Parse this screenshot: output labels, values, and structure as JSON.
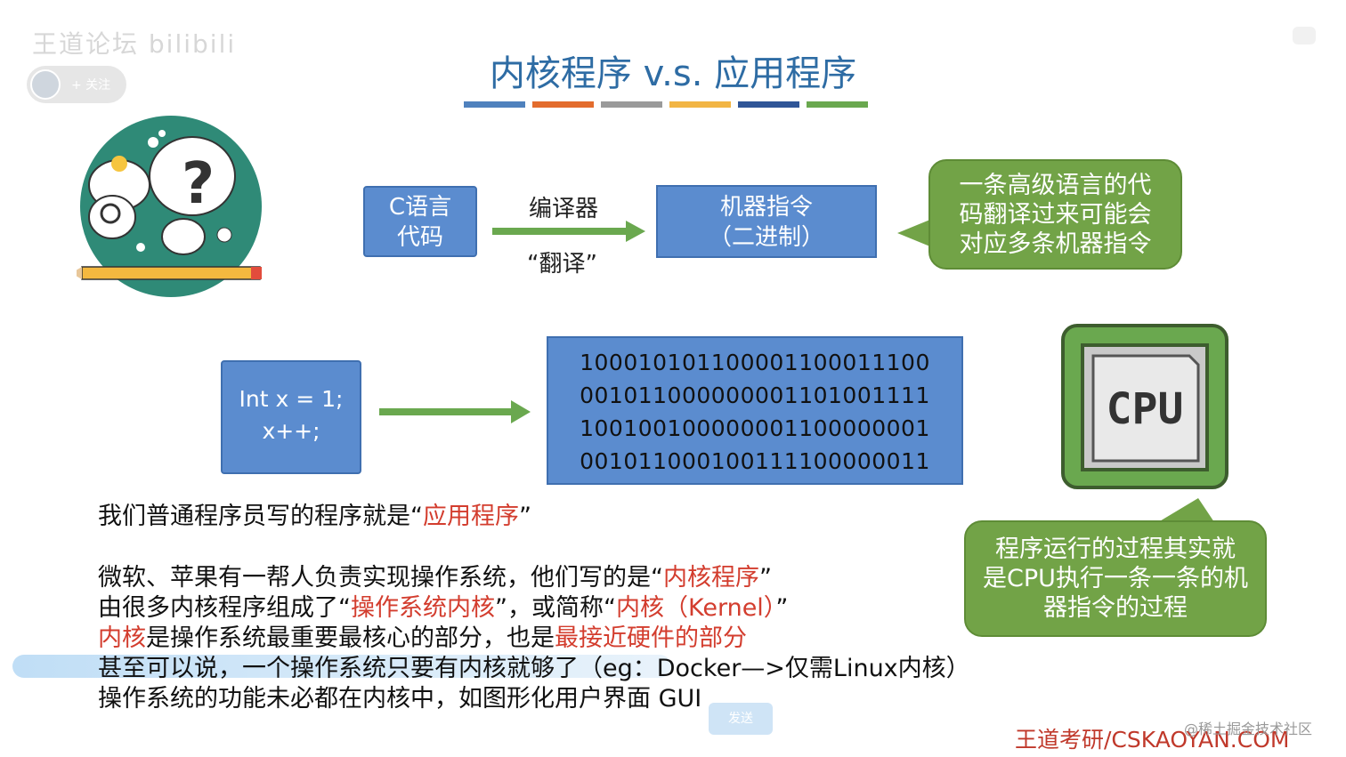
{
  "slide": {
    "title": "内核程序 v.s. 应用程序",
    "title_bar_colors": [
      "#4f81bd",
      "#e36c2d",
      "#9a9a9a",
      "#f2b544",
      "#2f5597",
      "#6aa84f"
    ]
  },
  "overlay": {
    "watermark": "王道论坛 bilibili",
    "follow_label": "+ 关注",
    "send_label": "发送",
    "juejin": "@稀土掘金技术社区"
  },
  "row1": {
    "c_code": [
      "C语言",
      "代码"
    ],
    "compiler_label": "编译器",
    "translate_label": "“翻译”",
    "machine_instr": [
      "机器指令",
      "（二进制）"
    ],
    "bubble_text": [
      "一条高级语言的代",
      "码翻译过来可能会",
      "对应多条机器指令"
    ]
  },
  "row2": {
    "code_lines": [
      "Int x = 1;",
      "x++;"
    ],
    "binary_lines": [
      "10001010110000110001110 0",
      "00101100000000110100111 1",
      "10010010000000110000000 1",
      "00101100010011110000001 1"
    ],
    "cpu_label": "CPU",
    "cpu_bubble": [
      "程序运行的过程其实就",
      "是CPU执行一条一条的机",
      "器指令的过程"
    ]
  },
  "paragraphs": {
    "p1_a": "我们普通程序员写的程序就是“",
    "p1_red": "应用程序",
    "p1_b": "”",
    "p2_a": "微软、苹果有一帮人负责实现操作系统，他们写的是“",
    "p2_red": "内核程序",
    "p2_b": "”",
    "p3_a": "由很多内核程序组成了“",
    "p3_red1": "操作系统内核",
    "p3_b": "”，或简称“",
    "p3_red2": "内核（Kernel）",
    "p3_c": "”",
    "p4_red1": "内核",
    "p4_a": "是操作系统最重要最核心的部分，也是",
    "p4_red2": "最接近硬件的部分",
    "p5": "甚至可以说，一个操作系统只要有内核就够了（eg：Docker—>仅需Linux内核）",
    "p6": "操作系统的功能未必都在内核中，如图形化用户界面 GUI"
  },
  "footer": "王道考研/CSKAOYAN.COM"
}
